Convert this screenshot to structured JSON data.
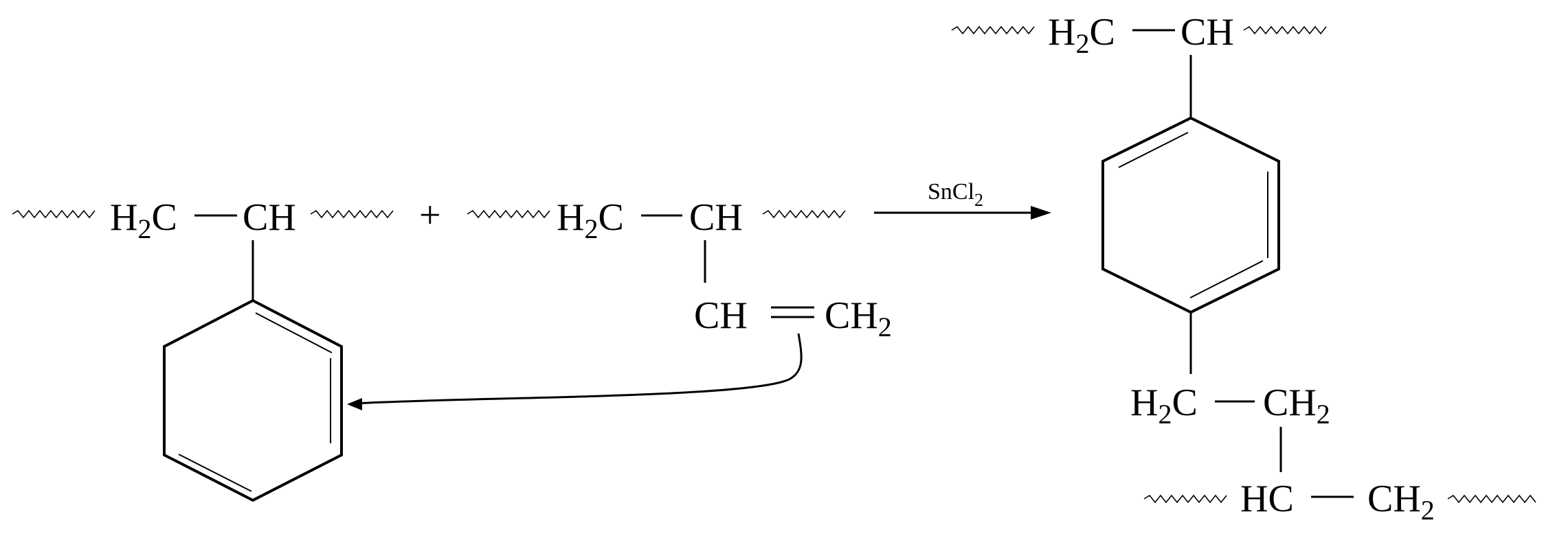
{
  "reactant1": {
    "ch2": "H",
    "ch2_sub": "2",
    "ch2_c": "C",
    "ch": "CH"
  },
  "plus": "+",
  "reactant2": {
    "ch2": "H",
    "ch2_sub": "2",
    "ch2_c": "C",
    "ch": "CH",
    "vinyl_ch": "CH",
    "vinyl_ch2": "CH",
    "vinyl_ch2_sub": "2"
  },
  "arrow": {
    "reagent": "SnCl",
    "reagent_sub": "2"
  },
  "product": {
    "top_ch2": "H",
    "top_ch2_sub": "2",
    "top_ch2_c": "C",
    "top_ch": "CH",
    "mid_h2c": "H",
    "mid_h2c_sub": "2",
    "mid_h2c_c": "C",
    "mid_ch2": "CH",
    "mid_ch2_sub": "2",
    "bot_hc": "HC",
    "bot_ch2": "CH",
    "bot_ch2_sub": "2"
  }
}
